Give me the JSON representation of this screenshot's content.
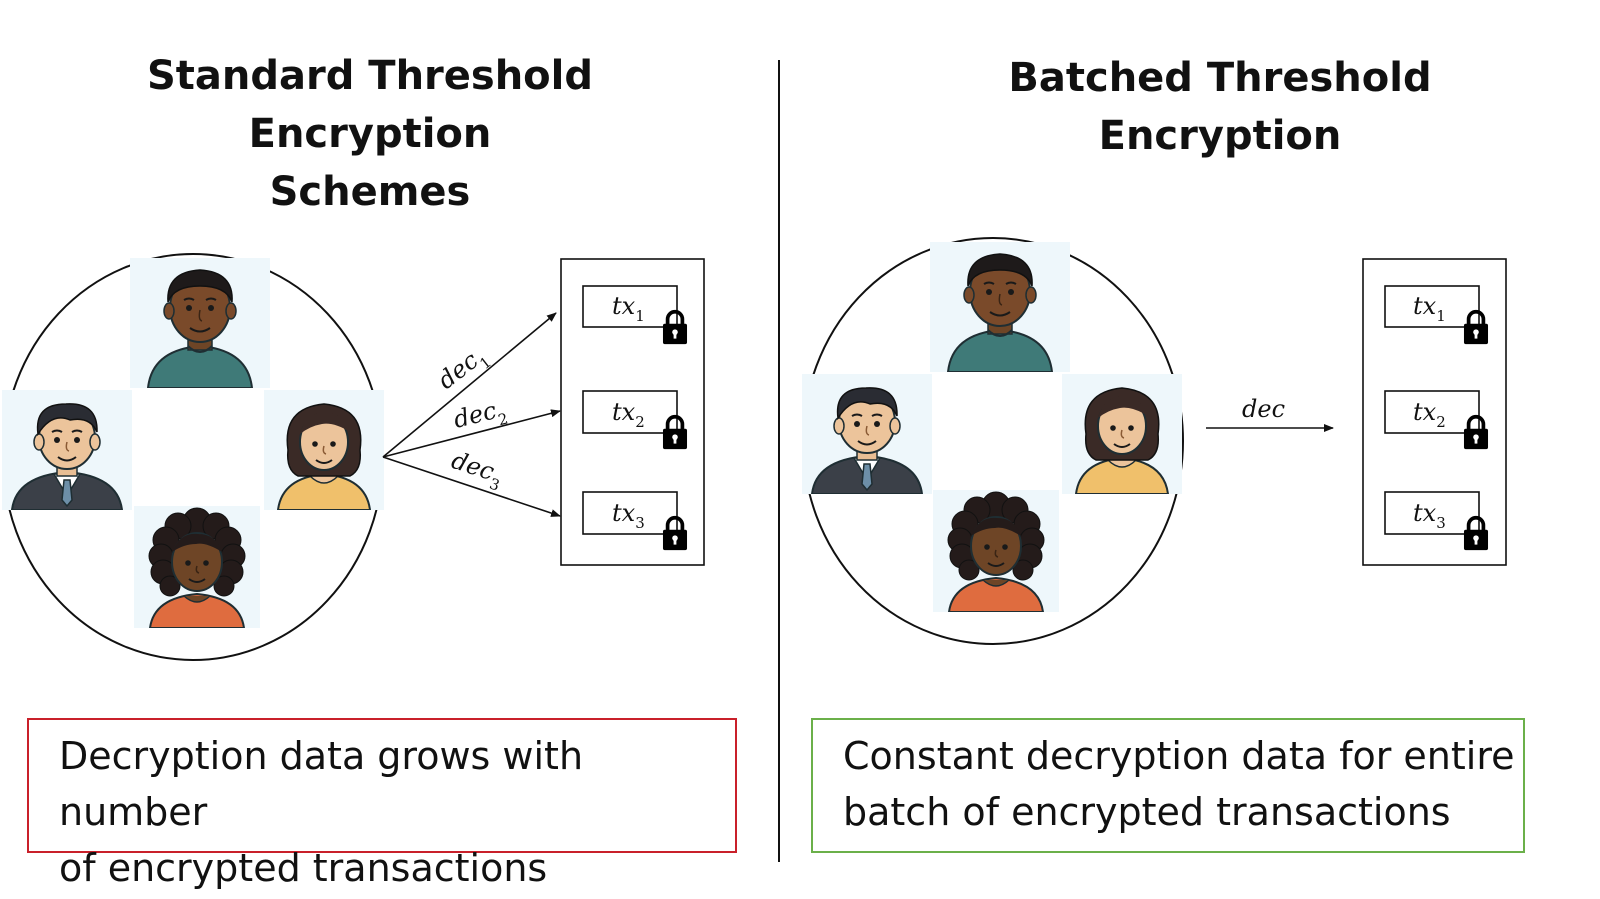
{
  "left": {
    "title_lines": [
      "Standard Threshold Encryption",
      "Schemes"
    ],
    "arrow_labels": [
      {
        "base": "dec",
        "sub": "1"
      },
      {
        "base": "dec",
        "sub": "2"
      },
      {
        "base": "dec",
        "sub": "3"
      }
    ],
    "transactions": [
      {
        "base": "tx",
        "sub": "1"
      },
      {
        "base": "tx",
        "sub": "2"
      },
      {
        "base": "tx",
        "sub": "3"
      }
    ],
    "caption_lines": [
      "Decryption data grows with number",
      "of encrypted transactions"
    ],
    "caption_border_color": "#c9202a"
  },
  "right": {
    "title_lines": [
      "Batched Threshold",
      "Encryption"
    ],
    "arrow_label": "dec",
    "transactions": [
      {
        "base": "tx",
        "sub": "1"
      },
      {
        "base": "tx",
        "sub": "2"
      },
      {
        "base": "tx",
        "sub": "3"
      }
    ],
    "caption_lines": [
      "Constant decryption data for entire",
      "batch of encrypted transactions"
    ],
    "caption_border_color": "#6bb04a"
  },
  "avatars": [
    "man-dark-skin-teal-shirt",
    "man-suit-tie",
    "woman-bob-yellow-top",
    "woman-curly-orange-top"
  ]
}
